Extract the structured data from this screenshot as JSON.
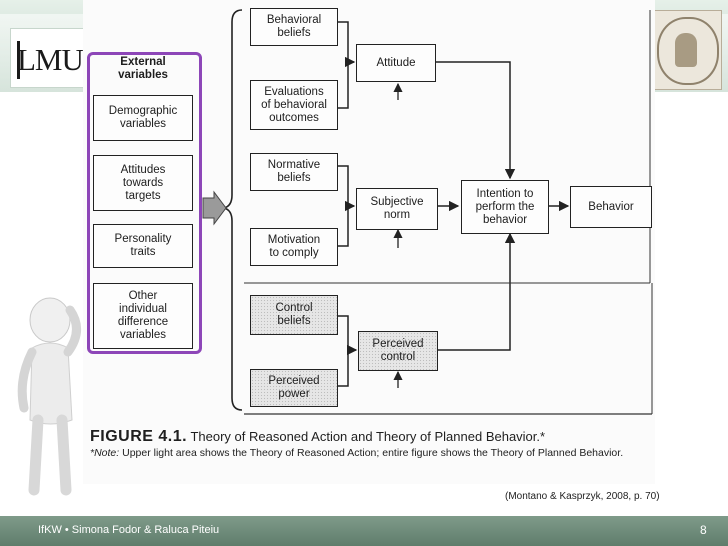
{
  "header": {
    "logo_text": "LMU"
  },
  "diagram": {
    "external": {
      "title": "External\nvariables",
      "items": [
        "Demographic\nvariables",
        "Attitudes\ntowards\ntargets",
        "Personality\ntraits",
        "Other\nindividual\ndifference\nvariables"
      ]
    },
    "nodes": {
      "behavioral_beliefs": "Behavioral\nbeliefs",
      "evaluations": "Evaluations\nof behavioral\noutcomes",
      "normative_beliefs": "Normative\nbeliefs",
      "motivation": "Motivation\nto comply",
      "control_beliefs": "Control\nbeliefs",
      "perceived_power": "Perceived\npower",
      "attitude": "Attitude",
      "subjective_norm": "Subjective\nnorm",
      "perceived_control": "Perceived\ncontrol",
      "intention": "Intention to\nperform the\nbehavior",
      "behavior": "Behavior"
    },
    "figure_label": "FIGURE 4.1.",
    "figure_title": "Theory of Reasoned Action and Theory of Planned Behavior.*",
    "note_label": "*Note:",
    "note_text": "Upper light area shows the Theory of Reasoned Action; entire figure shows the Theory of Planned Behavior."
  },
  "citation": "(Montano & Kasprzyk, 2008, p. 70)",
  "footer": {
    "left": "IfKW • Simona Fodor & Raluca Piteiu",
    "page": "8"
  },
  "colors": {
    "highlight_frame": "#8d46b8",
    "footer_bar": "#6d8b79"
  }
}
